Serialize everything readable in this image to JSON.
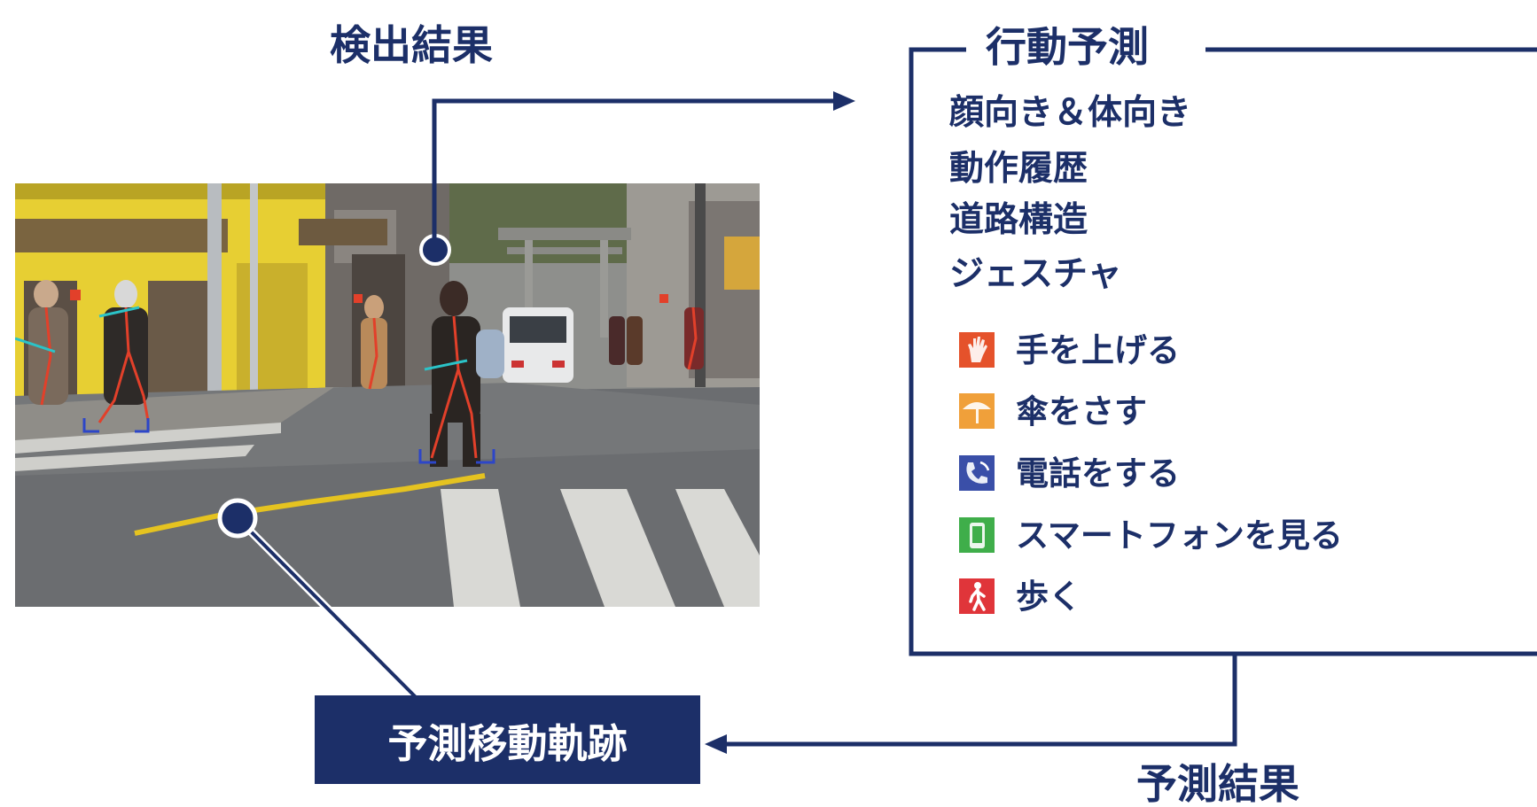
{
  "detection": {
    "title": "検出結果"
  },
  "prediction": {
    "title": "予測結果"
  },
  "behavior": {
    "title": "行動予測",
    "factors": [
      "顔向き＆体向き",
      "動作履歴",
      "道路構造",
      "ジェスチャ"
    ],
    "gestures": [
      {
        "label": "手を上げる",
        "icon": "raised-hand-icon",
        "color": "#e5522b"
      },
      {
        "label": "傘をさす",
        "icon": "umbrella-icon",
        "color": "#f0a03a"
      },
      {
        "label": "電話をする",
        "icon": "phone-icon",
        "color": "#3a4fa8"
      },
      {
        "label": "スマートフォンを見る",
        "icon": "smartphone-icon",
        "color": "#3fae4a"
      },
      {
        "label": "歩く",
        "icon": "walking-person-icon",
        "color": "#e0353a"
      }
    ]
  },
  "trajectory": {
    "label": "予測移動軌跡"
  },
  "colors": {
    "navy": "#1c2f68",
    "trajectory_yellow": "#e5c320"
  }
}
